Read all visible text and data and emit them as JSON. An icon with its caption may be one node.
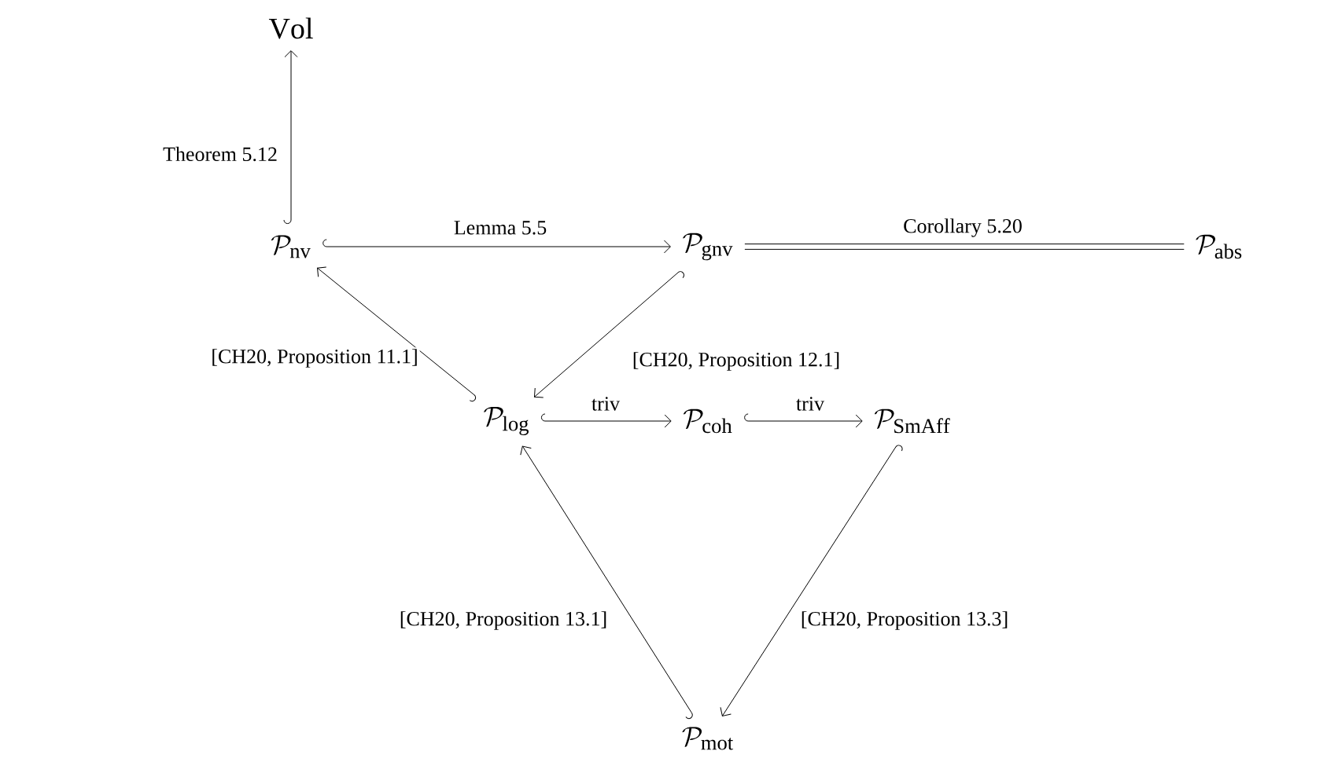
{
  "diagram": {
    "nodes": [
      {
        "text": [
          "\\mathrm{Vol}"
        ]
      },
      {
        "text": [
          "\\mathcal{P}_{\\mathrm{nv}}"
        ]
      },
      {
        "text": [
          "\\mathcal{P}_{\\mathrm{gnv}}"
        ]
      },
      {
        "text": [
          "\\mathcal{P}_{\\mathrm{abs}}"
        ]
      },
      {
        "text": [
          "\\mathcal{P}_{\\mathrm{log}}"
        ]
      },
      {
        "text": [
          "\\mathcal{P}_{\\mathrm{coh}}"
        ]
      },
      {
        "text": [
          "\\mathcal{P}_{\\mathrm{SmAff}}"
        ]
      },
      {
        "text": [
          "\\mathcal{P}_{\\mathrm{mot}}"
        ]
      }
    ],
    "edges": [
      {
        "from": 1,
        "to": 0,
        "arrow": "to",
        "label": "Theorem 5.12"
      },
      {
        "from": 1,
        "to": 2,
        "arrow": "to",
        "label": "Lemma 5.5"
      },
      {
        "from": 2,
        "to": 3,
        "arrow": "none",
        "label": "Corollary 5.20"
      },
      {
        "from": 4,
        "to": 1,
        "arrow": "to",
        "label": "[CH20, Proposition 11.1]"
      },
      {
        "from": 2,
        "to": 4,
        "arrow": "to",
        "label": "[CH20, Proposition 12.1]"
      },
      {
        "from": 4,
        "to": 5,
        "arrow": "to",
        "label": "triv"
      },
      {
        "from": 5,
        "to": 6,
        "arrow": "to",
        "label": "triv"
      },
      {
        "from": 7,
        "to": 4,
        "arrow": "to",
        "label": "[CH20, Proposition 13.1]"
      },
      {
        "from": 6,
        "to": 7,
        "arrow": "to",
        "label": "[CH20, Proposition 13.3]"
      }
    ]
  }
}
